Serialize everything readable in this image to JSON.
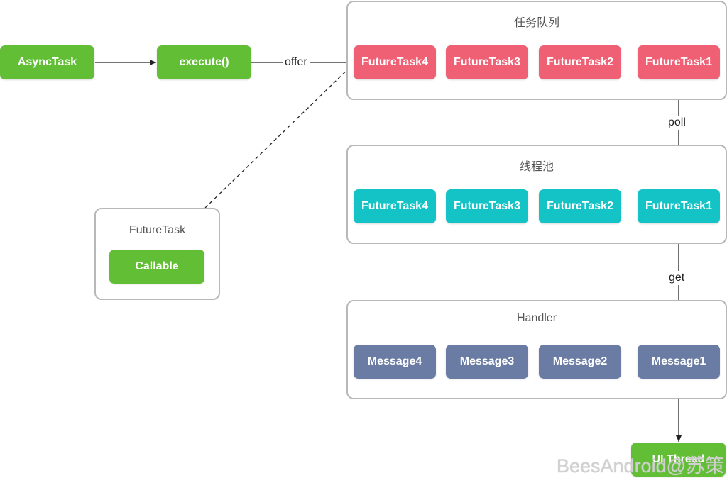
{
  "nodes": {
    "async_task": "AsyncTask",
    "execute": "execute()",
    "callable": "Callable",
    "ui_thread": "UI Thread"
  },
  "future_task_box": {
    "title": "FutureTask"
  },
  "task_queue": {
    "title": "任务队列",
    "items": [
      "FutureTask4",
      "FutureTask3",
      "FutureTask2",
      "FutureTask1"
    ]
  },
  "thread_pool": {
    "title": "线程池",
    "items": [
      "FutureTask4",
      "FutureTask3",
      "FutureTask2",
      "FutureTask1"
    ]
  },
  "handler": {
    "title": "Handler",
    "items": [
      "Message4",
      "Message3",
      "Message2",
      "Message1"
    ]
  },
  "edge_labels": {
    "offer": "offer",
    "poll": "poll",
    "get": "get"
  },
  "watermark": "BeesAndroid@苏策",
  "colors": {
    "green": "#62bf35",
    "queue_red": "#ef6074",
    "pool_teal": "#14c3c5",
    "message_slate": "#6a7ca4",
    "group_border": "#b8b8b8"
  }
}
